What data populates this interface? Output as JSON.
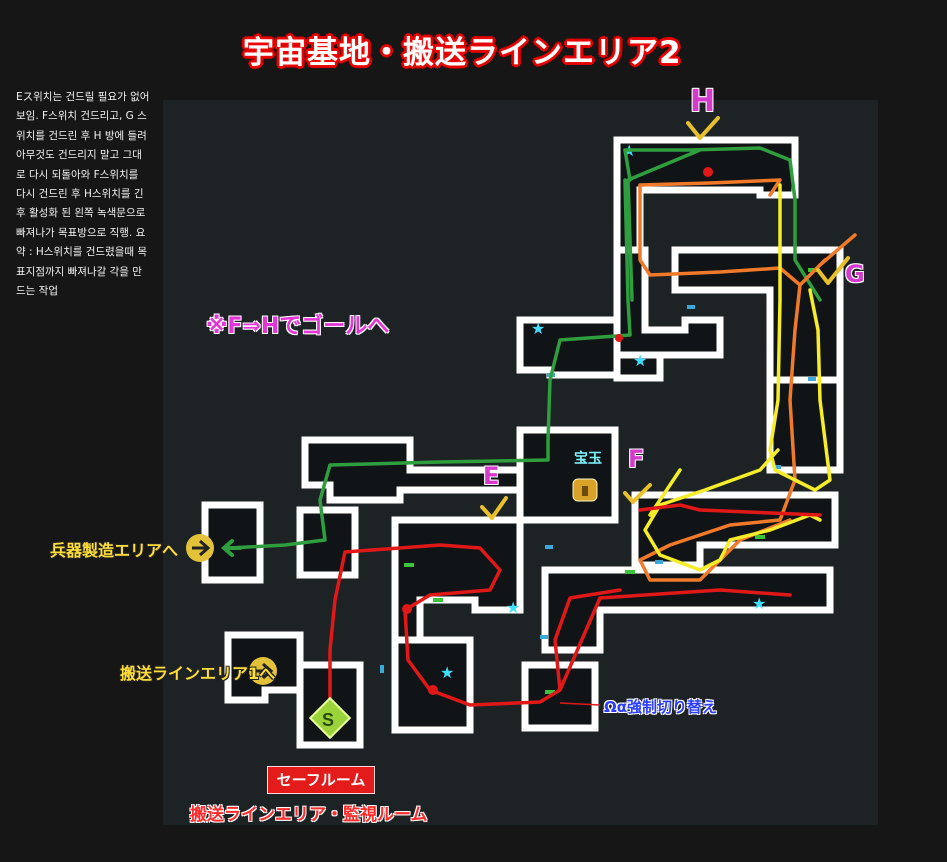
{
  "title": "宇宙基地・搬送ラインエリア2",
  "note": "Eス위치는 건드릴 필요가 없어보임. F스위치 건드리고, G 스위치를 건드린 후 H 방에 들려 아무것도 건드리지 말고 그대로 다시 되돌아와 F스위치를 다시 건드린 후 H스위치를 긴 후 활성화 된 왼쪽 녹색문으로 빠져나가 목표방으로 직행. 요약 : H스위치를 건드렸을때 목표지점까지 빠져나갈 각을 만드는 작업",
  "hint": "※F⇒Hでゴールへ",
  "markers": {
    "h": "H",
    "g": "G",
    "f": "F",
    "e": "E",
    "treasure": "宝玉"
  },
  "labels": {
    "weapon_area": "兵器製造エリアへ",
    "transport_area1": "搬送ラインエリア1へ",
    "omega_switch": "Ωα強制切り替え",
    "safe_room": "セーフルーム",
    "monitor_room": "搬送ラインエリア・監視ルーム"
  },
  "colors": {
    "route_green": "#2e9e3e",
    "route_orange": "#f07a2a",
    "route_yellow": "#f5ec2a",
    "route_red": "#e01818",
    "wall": "#ffffff",
    "title_outline": "#e00000"
  }
}
